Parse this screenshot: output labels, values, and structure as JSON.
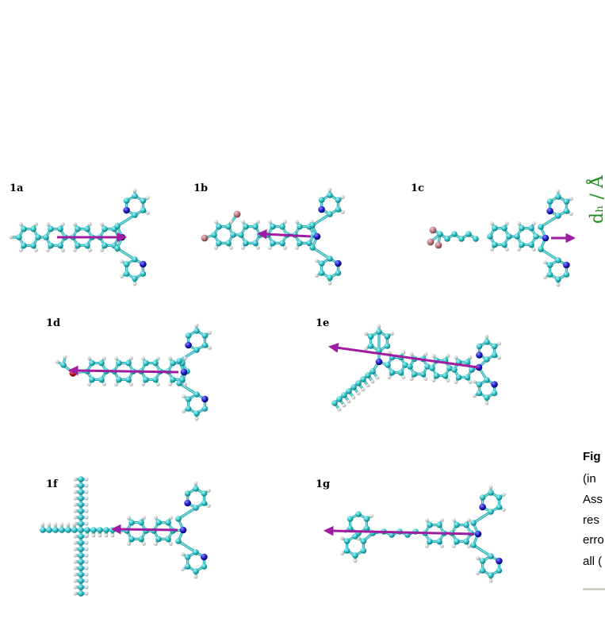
{
  "panels": [
    {
      "label": "1a"
    },
    {
      "label": "1b"
    },
    {
      "label": "1c"
    },
    {
      "label": "1d"
    },
    {
      "label": "1e"
    },
    {
      "label": "1f"
    },
    {
      "label": "1g"
    }
  ],
  "axis_label_fragment": "dₕ / Å",
  "caption_fragments": [
    "Fig",
    "(in",
    "Ass",
    "res",
    "erro",
    "all ("
  ],
  "colors": {
    "carbon": "#2fc4c8",
    "hydrogen": "#ffffff",
    "nitrogen": "#1c19c8",
    "oxygen": "#c81616",
    "bromine": "#b8757a",
    "dipole_arrow": "#a01ca0",
    "axis_label": "#1e8c1e",
    "rule": "#d6d2c2"
  }
}
